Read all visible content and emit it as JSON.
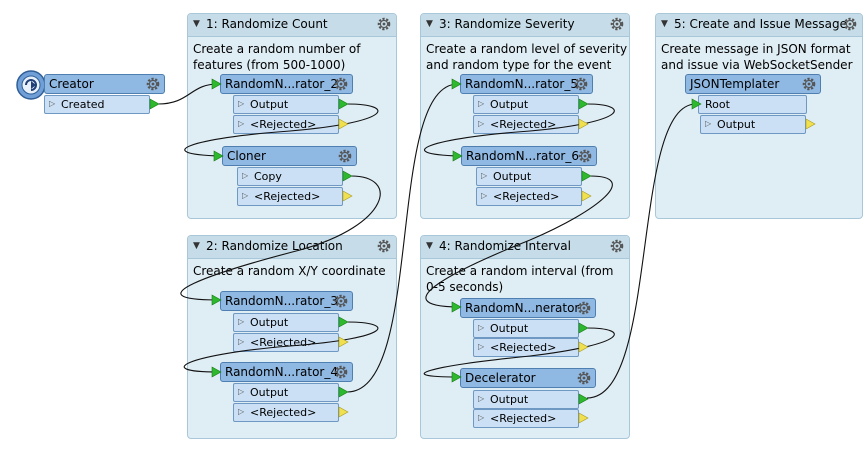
{
  "bookmarks": [
    {
      "title": "1: Randomize Count",
      "desc": [
        "Create a random number of",
        "features (from 500-1000)"
      ]
    },
    {
      "title": "2: Randomize Location",
      "desc": [
        "Create a random X/Y coordinate"
      ]
    },
    {
      "title": "3: Randomize Severity",
      "desc": [
        "Create a random level of severity",
        "and random type for the event"
      ]
    },
    {
      "title": "4: Randomize Interval",
      "desc": [
        "Create a random interval (from",
        "0-5 seconds)"
      ]
    },
    {
      "title": "5: Create and Issue Message",
      "desc": [
        "Create message in JSON format",
        "and issue via WebSocketSender"
      ]
    }
  ],
  "transformers": {
    "creator": {
      "name": "Creator",
      "port": "Created"
    },
    "rng2": {
      "name": "RandomN...rator_2",
      "out": "Output",
      "rej": "<Rejected>"
    },
    "cloner": {
      "name": "Cloner",
      "out": "Copy",
      "rej": "<Rejected>"
    },
    "rng3": {
      "name": "RandomN...rator_3",
      "out": "Output",
      "rej": "<Rejected>"
    },
    "rng4": {
      "name": "RandomN...rator_4",
      "out": "Output",
      "rej": "<Rejected>"
    },
    "rng5": {
      "name": "RandomN...rator_5",
      "out": "Output",
      "rej": "<Rejected>"
    },
    "rng6": {
      "name": "RandomN...rator_6",
      "out": "Output",
      "rej": "<Rejected>"
    },
    "rngInterval": {
      "name": "RandomN...nerator",
      "out": "Output",
      "rej": "<Rejected>"
    },
    "decel": {
      "name": "Decelerator",
      "out": "Output",
      "rej": "<Rejected>"
    },
    "json": {
      "name": "JSONTemplater",
      "in": "Root",
      "out": "Output"
    }
  },
  "colors": {
    "bookmark_bg": "#dfedf4",
    "bookmark_head": "#c6dde9",
    "transformer": "#8fb8e2",
    "port": "#cbe0f5",
    "input_arrow": "#2db82d",
    "rejected_arrow": "#e8d84a"
  }
}
